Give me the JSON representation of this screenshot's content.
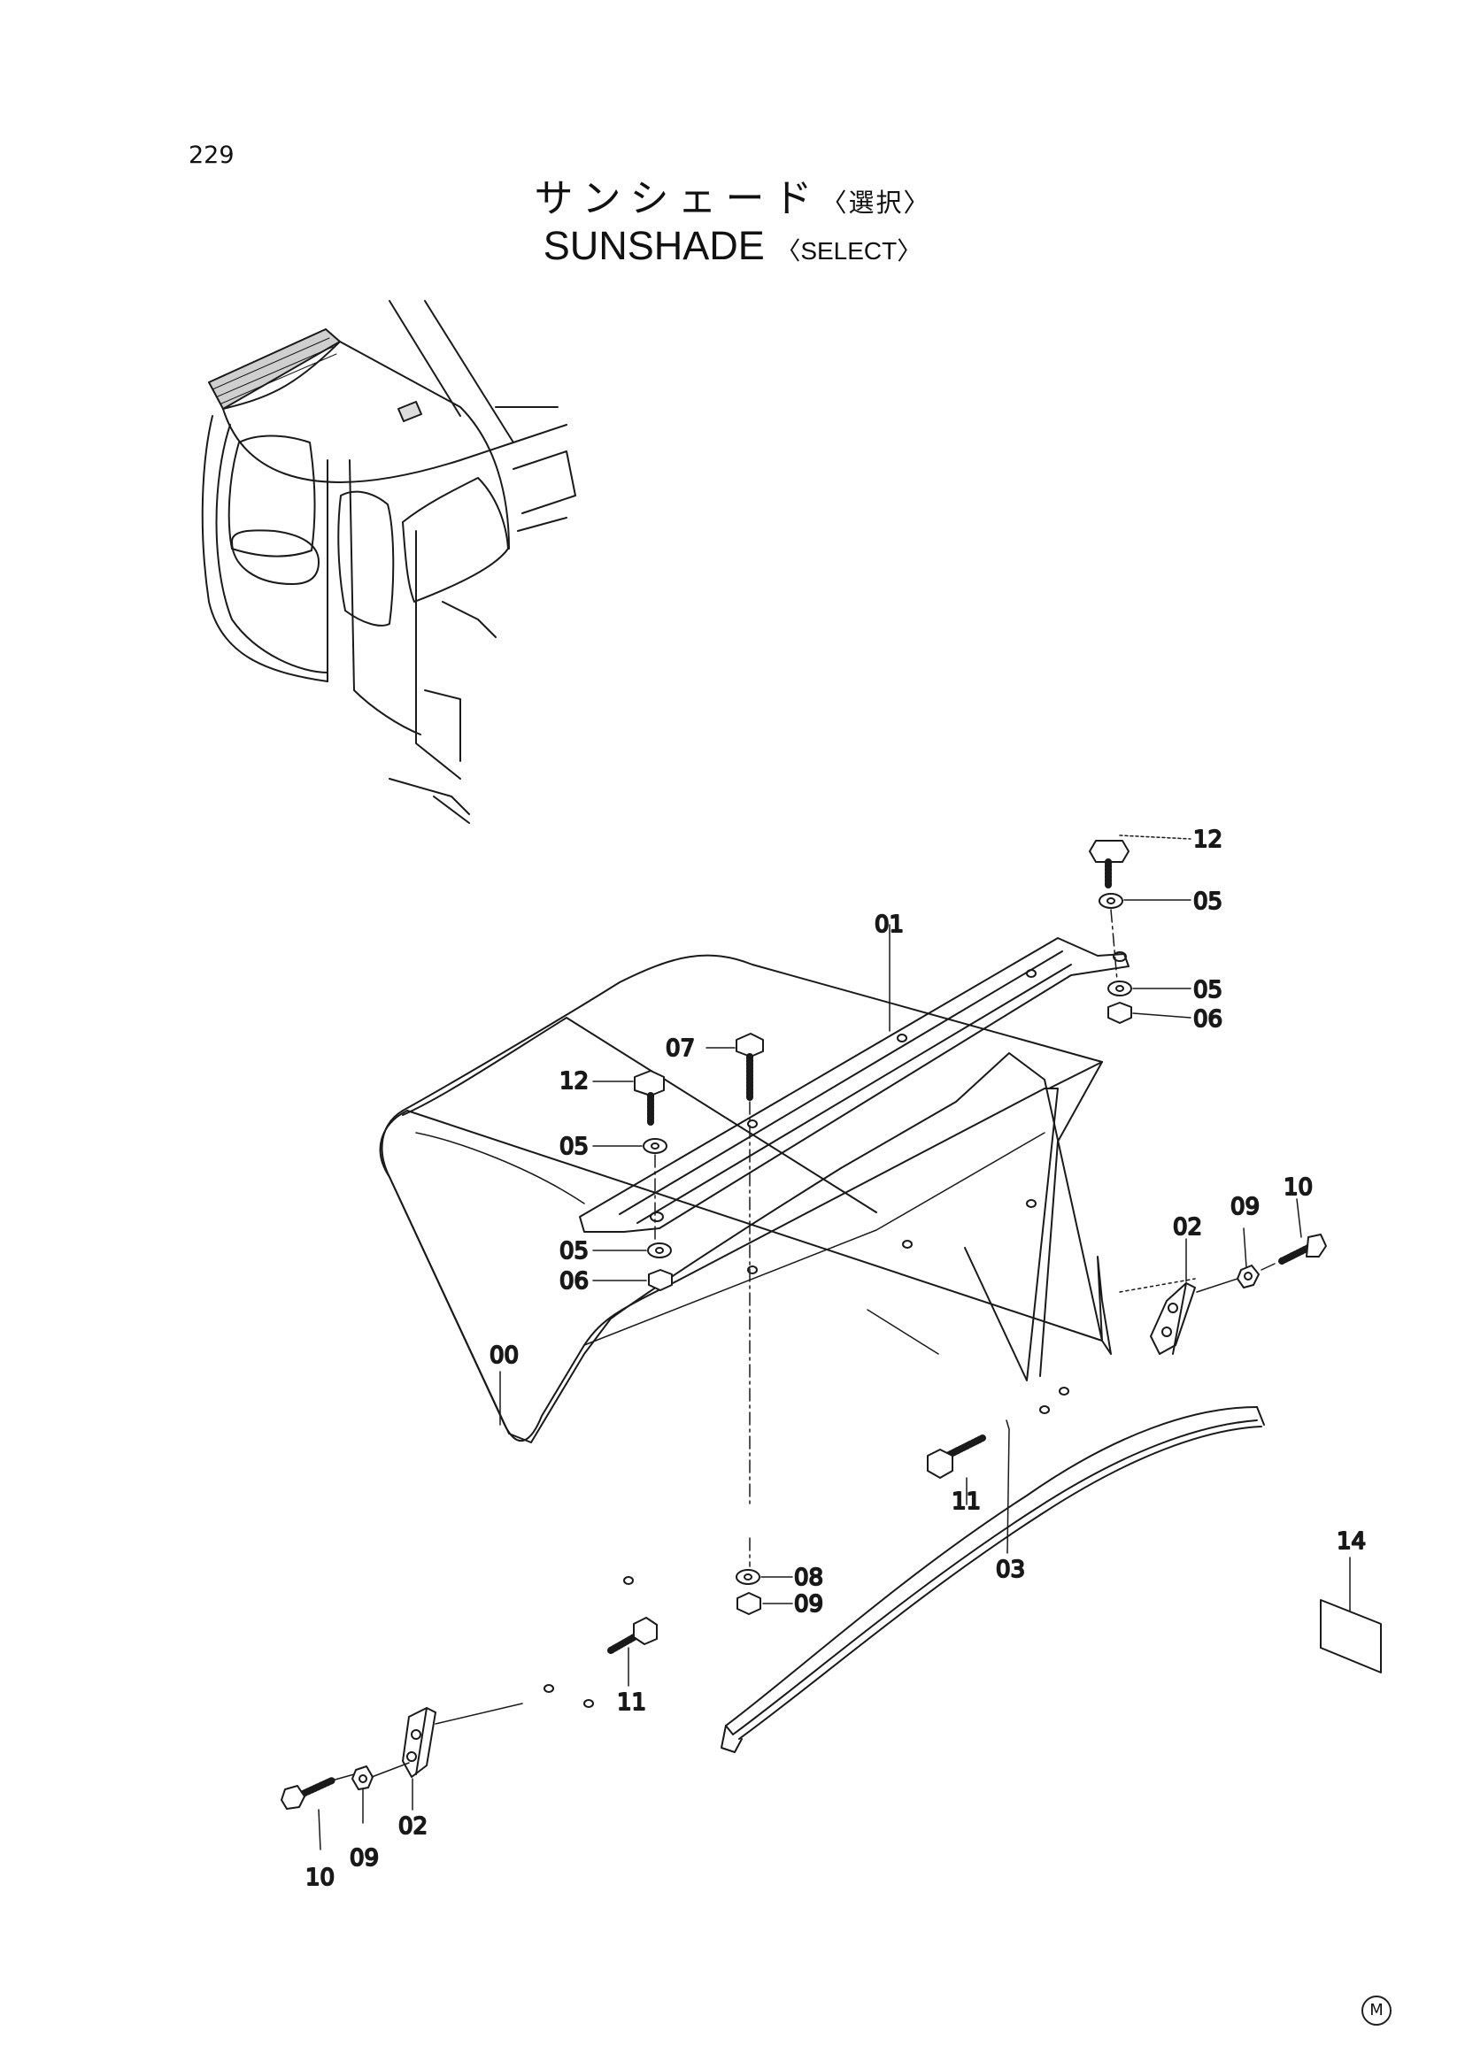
{
  "page_number": "229",
  "title": {
    "jp": "サンシェード",
    "jp_sub": "〈選択〉",
    "en": "SUNSHADE",
    "en_sub": "〈SELECT〉"
  },
  "callouts": {
    "c00": "00",
    "c01": "01",
    "c02_right": "02",
    "c02_left": "02",
    "c03": "03",
    "c05_top_right": "05",
    "c05_mid_right": "05",
    "c05_left_top": "05",
    "c05_left_bottom": "05",
    "c06_right": "06",
    "c06_left": "06",
    "c07": "07",
    "c08": "08",
    "c09_center": "09",
    "c09_right": "09",
    "c09_left": "09",
    "c10_right": "10",
    "c10_left": "10",
    "c11_right": "11",
    "c11_left": "11",
    "c12_right": "12",
    "c12_left": "12",
    "c14": "14"
  },
  "corner_mark": "M"
}
